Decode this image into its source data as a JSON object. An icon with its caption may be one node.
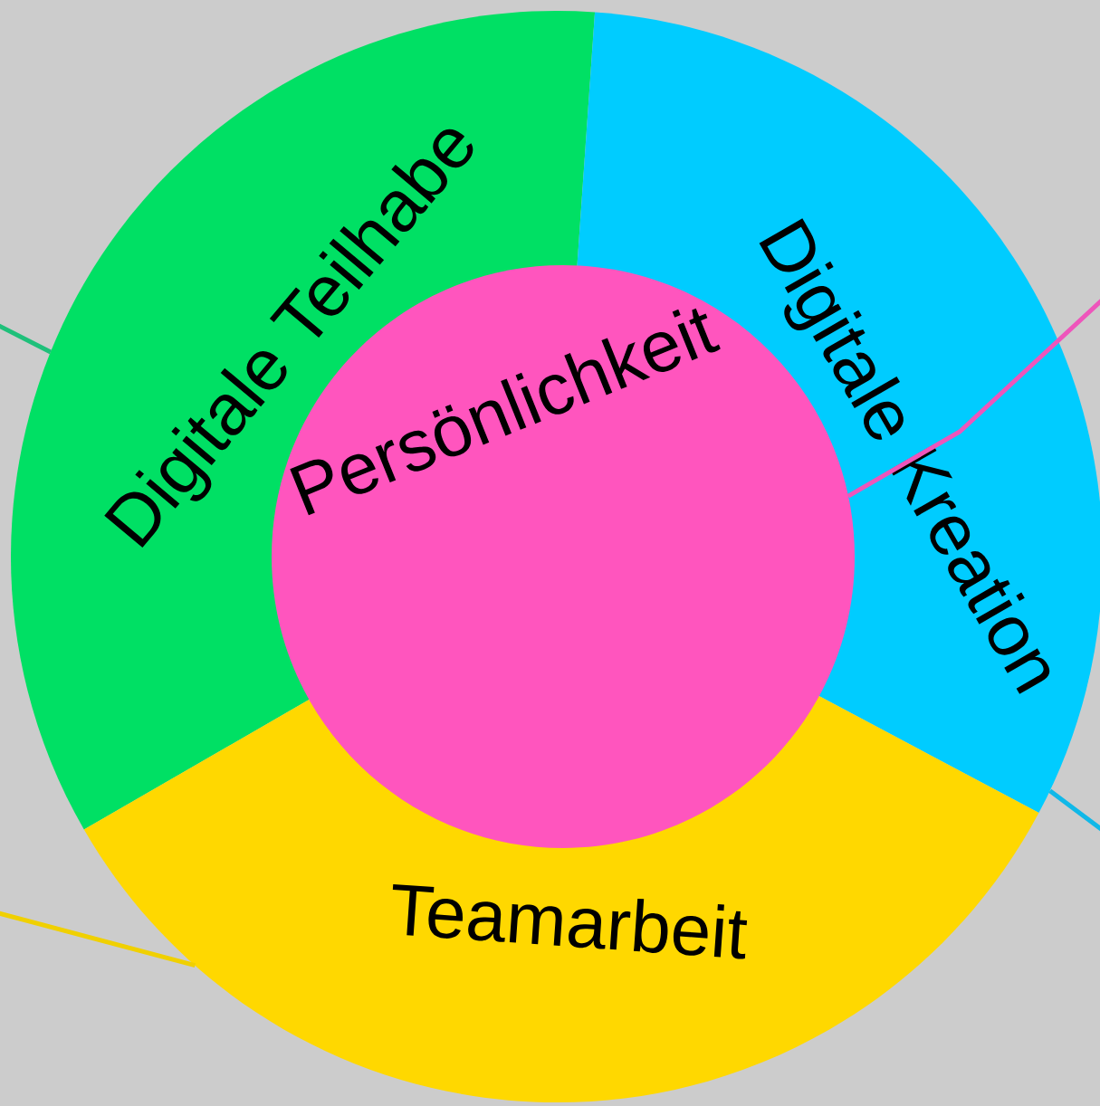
{
  "diagram": {
    "nodes": [
      {
        "text": [
          "Digitale Teilhabe"
        ]
      },
      {
        "text": [
          "Digitale Kreation"
        ]
      },
      {
        "text": [
          "Teamarbeit"
        ]
      },
      {
        "text": [
          "Persönlichkeit"
        ]
      }
    ],
    "edges": [
      {
        "from": null,
        "to": 0,
        "arrow": "none",
        "color": "#1fc07a"
      },
      {
        "from": null,
        "to": 3,
        "arrow": "none",
        "color": "#ee55bb"
      },
      {
        "from": null,
        "to": 2,
        "arrow": "none",
        "color": "#f0d000"
      },
      {
        "from": null,
        "to": 1,
        "arrow": "none",
        "color": "#10b8e8"
      }
    ]
  }
}
